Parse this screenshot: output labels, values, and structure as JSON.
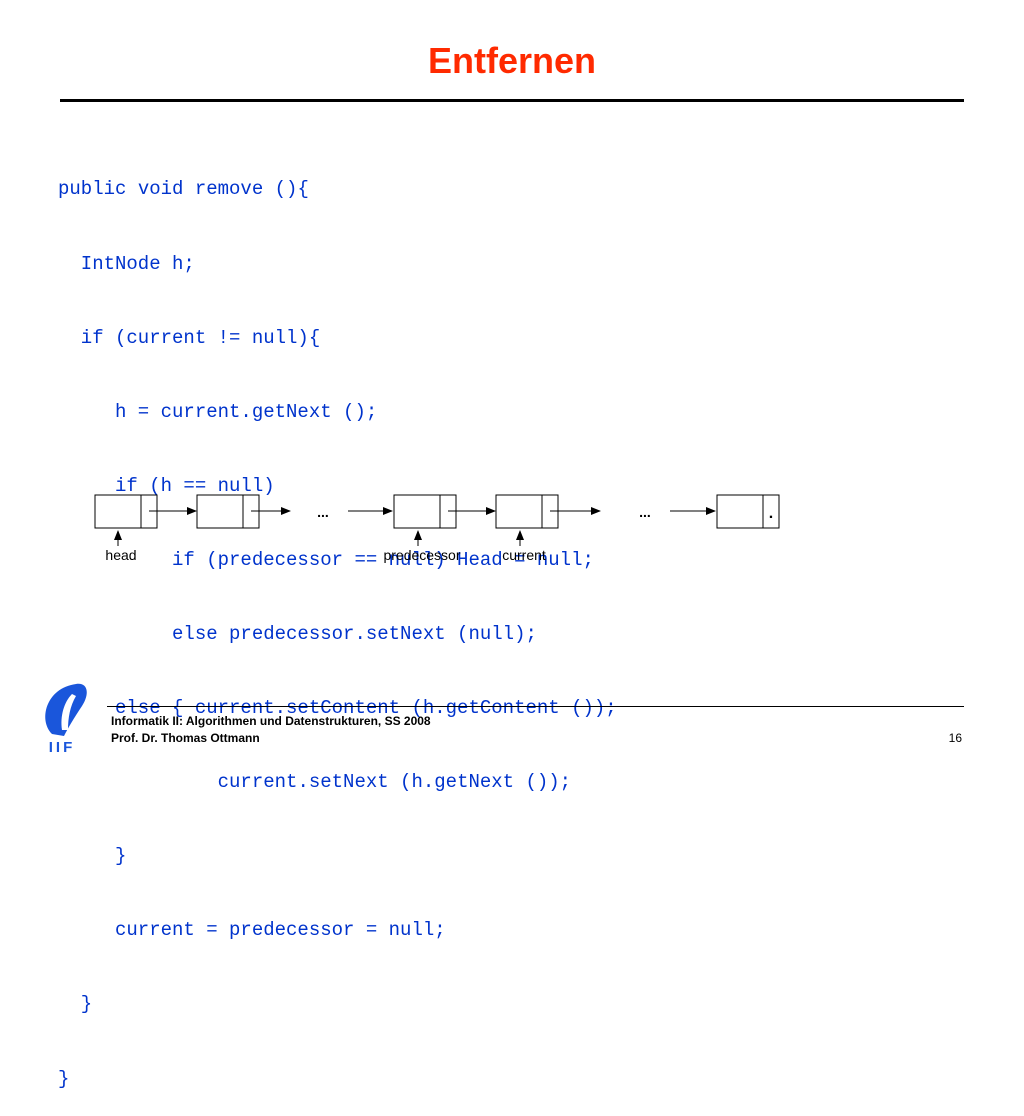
{
  "slide": {
    "title": "Entfernen"
  },
  "code": {
    "lines": [
      {
        "indent": 0,
        "text": "public void remove (){"
      },
      {
        "indent": 2,
        "text": "IntNode h;"
      },
      {
        "indent": 2,
        "text": "if (current != null){"
      },
      {
        "indent": 5,
        "text": "h = current.getNext ();"
      },
      {
        "indent": 5,
        "text": "if (h == null)"
      },
      {
        "indent": 10,
        "text": "if (predecessor == null) Head = null;"
      },
      {
        "indent": 10,
        "text": "else predecessor.setNext (null);"
      },
      {
        "indent": 5,
        "text": "else { current.setContent (h.getContent ());"
      },
      {
        "indent": 14,
        "text": "current.setNext (h.getNext ());"
      },
      {
        "indent": 5,
        "text": "}"
      },
      {
        "indent": 5,
        "text": "current = predecessor = null;"
      },
      {
        "indent": 2,
        "text": "}"
      },
      {
        "indent": 0,
        "text": "}"
      }
    ]
  },
  "diagram": {
    "ellipsis_1": "...",
    "ellipsis_2": "...",
    "null_marker": ".",
    "label_head": "head",
    "label_predecessor": "predecessor",
    "label_current": "current"
  },
  "footer": {
    "course": "Informatik II: Algorithmen und Datenstrukturen, SS 2008",
    "author": "Prof. Dr. Thomas Ottmann",
    "page": "16",
    "logo_text": "IIF"
  },
  "colors": {
    "title": "#ff2a00",
    "code": "#0033cc",
    "logo": "#1a56db"
  }
}
